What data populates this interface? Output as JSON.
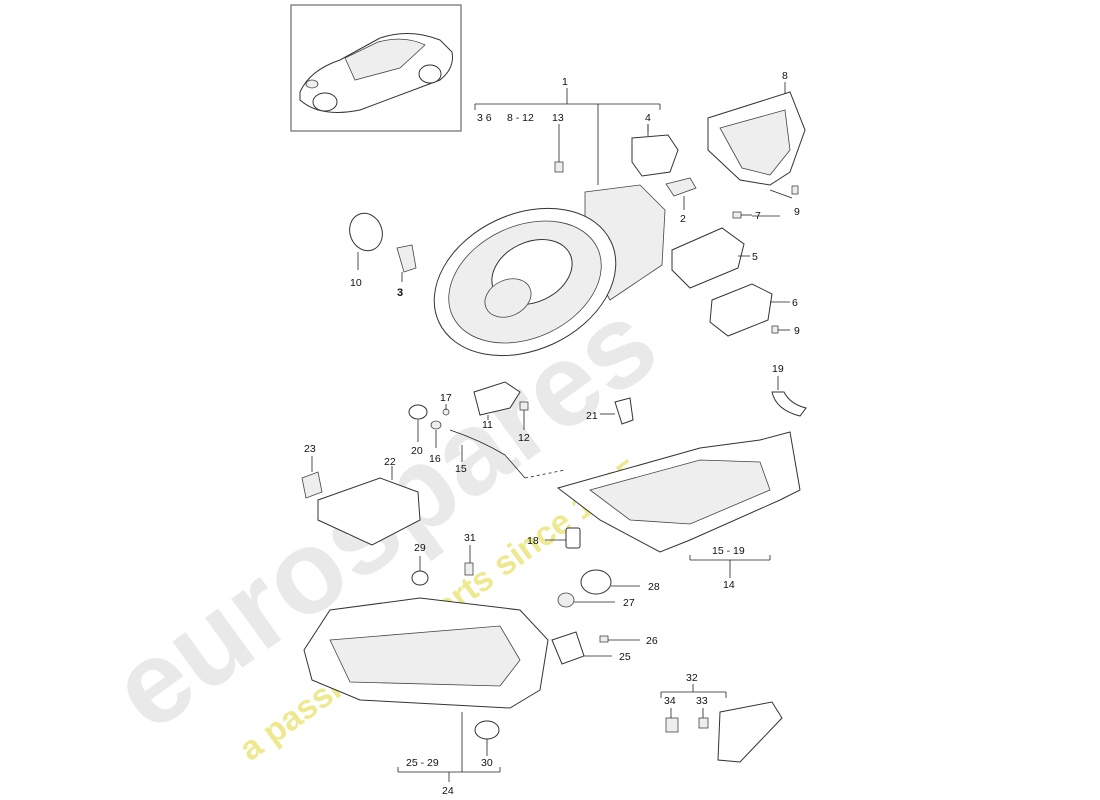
{
  "watermark": {
    "brand": "eurospares",
    "tagline": "a passion for parts since 1985"
  },
  "labels": {
    "p1": "1",
    "g1_refs_a": "3  6",
    "g1_refs_b": "8 - 12",
    "g1_refs_c": "13",
    "p2": "2",
    "p3": "3",
    "p4": "4",
    "p5": "5",
    "p6": "6",
    "p7": "7",
    "p8": "8",
    "p9a": "9",
    "p9b": "9",
    "p10": "10",
    "p11": "11",
    "p12": "12",
    "p15": "15",
    "p16": "16",
    "p17": "17",
    "p18": "18",
    "p19": "19",
    "p20": "20",
    "p21": "21",
    "p22": "22",
    "p23": "23",
    "g14_range": "15 - 19",
    "p14": "14",
    "p25a": "25",
    "p26": "26",
    "p27": "27",
    "p28": "28",
    "p29": "29",
    "p30": "30",
    "p31": "31",
    "p32": "32",
    "p33": "33",
    "p34": "34",
    "g24_range": "25 - 29",
    "p24": "24"
  }
}
